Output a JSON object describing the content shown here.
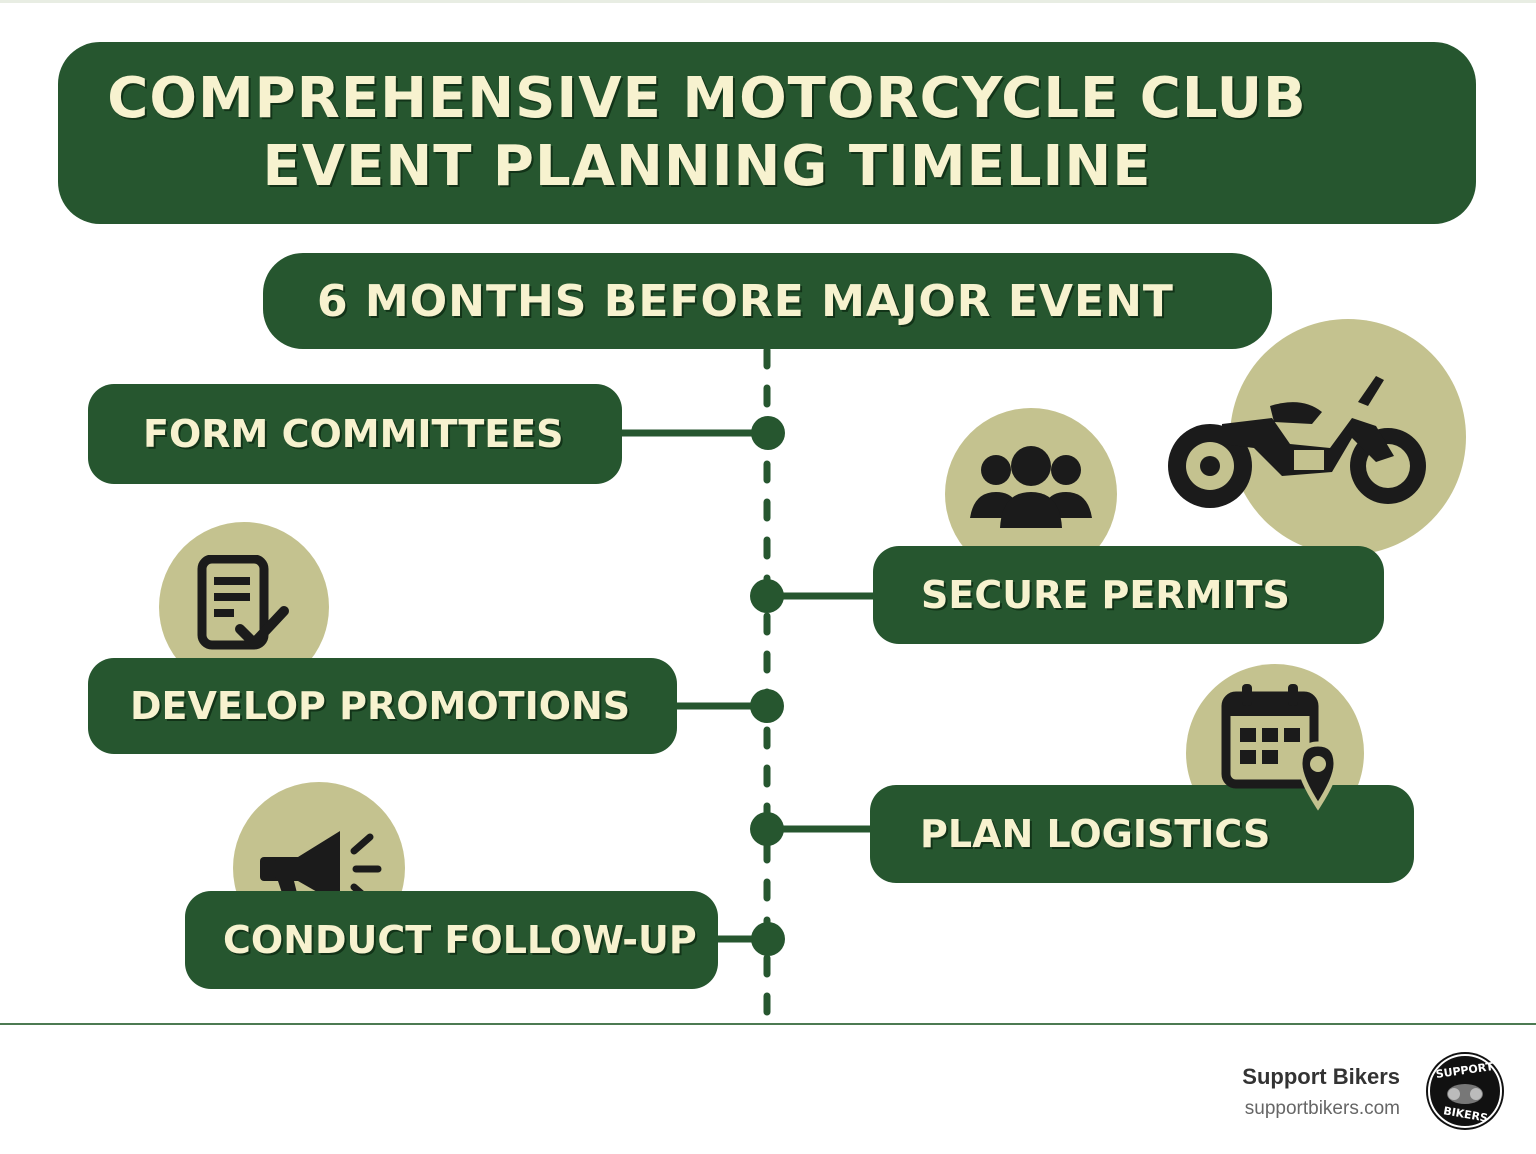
{
  "header": {
    "title_line1": "COMPREHENSIVE MOTORCYCLE CLUB",
    "title_line2": "EVENT PLANNING TIMELINE"
  },
  "timeline": {
    "subtitle": "6 MONTHS BEFORE MAJOR EVENT",
    "steps": [
      {
        "label": "FORM COMMITTEES",
        "side": "left",
        "icon": "people-group-icon"
      },
      {
        "label": "SECURE PERMITS",
        "side": "right",
        "icon": "motorcycle-icon"
      },
      {
        "label": "DEVELOP PROMOTIONS",
        "side": "left",
        "icon": "checklist-document-icon"
      },
      {
        "label": "PLAN LOGISTICS",
        "side": "right",
        "icon": "calendar-location-icon"
      },
      {
        "label": "CONDUCT FOLLOW-UP",
        "side": "left",
        "icon": "megaphone-icon"
      }
    ]
  },
  "footer": {
    "brand_name": "Support Bikers",
    "brand_url": "supportbikers.com",
    "logo_text_top": "SUPPORT",
    "logo_text_bottom": "BIKERS"
  },
  "colors": {
    "primary_green": "#26562f",
    "cream_text": "#f7f2cf",
    "icon_circle": "#c4c28f",
    "icon_dark": "#1b1b1b"
  }
}
